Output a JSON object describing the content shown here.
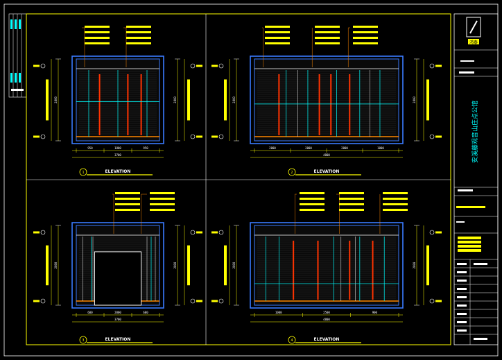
{
  "drawing": {
    "project_name": "安溪藤观音山庄点公馆",
    "brand_label": "鸿泰",
    "elevation_titles": [
      "ELEVATION",
      "ELEVATION",
      "ELEVATION",
      "ELEVATION"
    ],
    "elevation_numbers": [
      "1",
      "2",
      "3",
      "4"
    ],
    "dims": {
      "e1_bottom": [
        "950",
        "1800",
        "950"
      ],
      "e1_total": "3700",
      "e1_left": [
        "2800"
      ],
      "e1_right": [
        "2800"
      ],
      "e2_bottom": [
        "2000",
        "2000",
        "2000",
        "1000"
      ],
      "e2_total": "4800",
      "e2_left": [
        "2800"
      ],
      "e2_right": [
        "2800"
      ],
      "e3_bottom": [
        "600",
        "2000",
        "600"
      ],
      "e3_total": "3700",
      "e3_left": [
        "2800"
      ],
      "e3_right": [
        "2800"
      ],
      "e4_bottom": [
        "1000",
        "2500",
        "900"
      ],
      "e4_total": "4800",
      "e4_left": [
        "2800"
      ],
      "e4_right": [
        "2800"
      ]
    },
    "colors": {
      "frame": "#ffff00",
      "wall": "#3a7bff",
      "cyan": "#00ffff",
      "red": "#ff3300",
      "orange": "#ff8800",
      "white": "#ffffff"
    }
  }
}
